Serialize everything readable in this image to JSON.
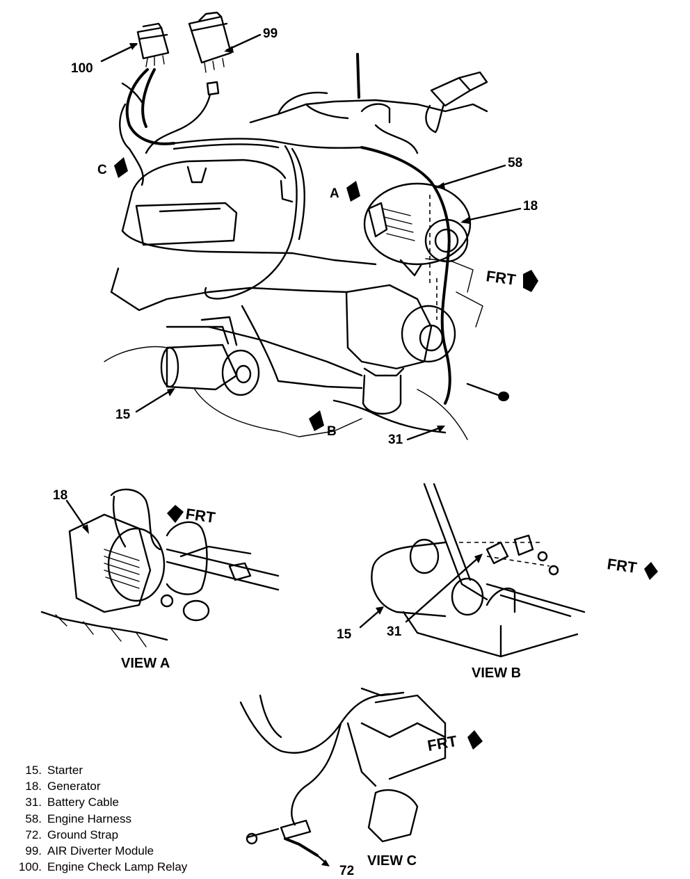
{
  "main_view": {
    "callouts": {
      "c100": "100",
      "c99": "99",
      "c58": "58",
      "c18": "18",
      "c15": "15",
      "c31": "31"
    },
    "view_markers": {
      "c": "C",
      "a": "A",
      "b": "B"
    },
    "frt": "FRT"
  },
  "view_a": {
    "label": "VIEW A",
    "callout_18": "18",
    "frt": "FRT"
  },
  "view_b": {
    "label": "VIEW B",
    "callout_15": "15",
    "callout_31": "31",
    "frt": "FRT"
  },
  "view_c": {
    "label": "VIEW C",
    "callout_72": "72",
    "frt": "FRT"
  },
  "legend": [
    {
      "num": "15.",
      "text": "Starter"
    },
    {
      "num": "18.",
      "text": "Generator"
    },
    {
      "num": "31.",
      "text": "Battery Cable"
    },
    {
      "num": "58.",
      "text": "Engine Harness"
    },
    {
      "num": "72.",
      "text": "Ground Strap"
    },
    {
      "num": "99.",
      "text": "AIR Diverter Module"
    },
    {
      "num": "100.",
      "text": "Engine Check Lamp Relay"
    }
  ]
}
